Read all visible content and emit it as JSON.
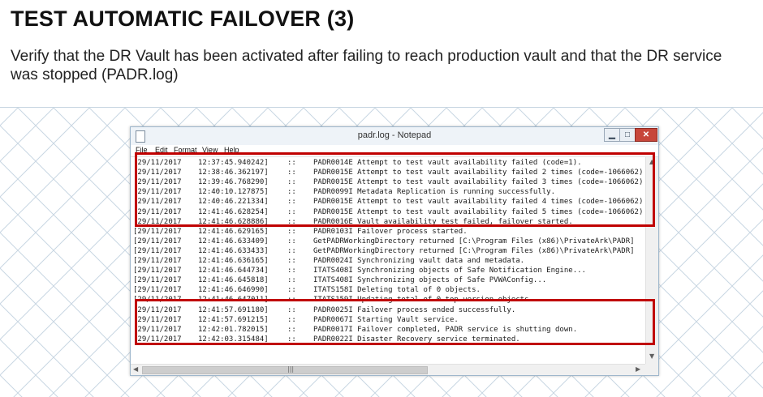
{
  "slide": {
    "title": "TEST AUTOMATIC FAILOVER (3)",
    "description": "Verify that the DR Vault has been activated after failing to reach production vault and that the DR service was stopped (PADR.log)"
  },
  "window": {
    "title": "padr.log - Notepad",
    "min_label": "▁",
    "max_label": "□",
    "close_label": "✕"
  },
  "menu": [
    "File",
    "Edit",
    "Format",
    "View",
    "Help"
  ],
  "log_lines": [
    {
      "date": "[29/11/2017",
      "time": "12:37:45.940242]",
      "sep": "::",
      "msg": "PADR0014E Attempt to test vault availability failed (code=1)."
    },
    {
      "date": "[29/11/2017",
      "time": "12:38:46.362197]",
      "sep": "::",
      "msg": "PADR0015E Attempt to test vault availability failed 2 times (code=-1066062)"
    },
    {
      "date": "[29/11/2017",
      "time": "12:39:46.768290]",
      "sep": "::",
      "msg": "PADR0015E Attempt to test vault availability failed 3 times (code=-1066062)"
    },
    {
      "date": "[29/11/2017",
      "time": "12:40:10.127875]",
      "sep": "::",
      "msg": "PADR0099I Metadata Replication is running successfully."
    },
    {
      "date": "[29/11/2017",
      "time": "12:40:46.221334]",
      "sep": "::",
      "msg": "PADR0015E Attempt to test vault availability failed 4 times (code=-1066062)"
    },
    {
      "date": "[29/11/2017",
      "time": "12:41:46.628254]",
      "sep": "::",
      "msg": "PADR0015E Attempt to test vault availability failed 5 times (code=-1066062)"
    },
    {
      "date": "[29/11/2017",
      "time": "12:41:46.628886]",
      "sep": "::",
      "msg": "PADR0016E Vault availability test failed, failover started."
    },
    {
      "date": "[29/11/2017",
      "time": "12:41:46.629165]",
      "sep": "::",
      "msg": "PADR0103I Failover process started."
    },
    {
      "date": "[29/11/2017",
      "time": "12:41:46.633409]",
      "sep": "::",
      "msg": "GetPADRWorkingDirectory returned [C:\\Program Files (x86)\\PrivateArk\\PADR]"
    },
    {
      "date": "[29/11/2017",
      "time": "12:41:46.633433]",
      "sep": "::",
      "msg": "GetPADRWorkingDirectory returned [C:\\Program Files (x86)\\PrivateArk\\PADR]"
    },
    {
      "date": "[29/11/2017",
      "time": "12:41:46.636165]",
      "sep": "::",
      "msg": "PADR0024I Synchronizing vault data and metadata."
    },
    {
      "date": "[29/11/2017",
      "time": "12:41:46.644734]",
      "sep": "::",
      "msg": "ITATS408I Synchronizing objects of Safe Notification Engine..."
    },
    {
      "date": "[29/11/2017",
      "time": "12:41:46.645818]",
      "sep": "::",
      "msg": "ITATS408I Synchronizing objects of Safe PVWAConfig..."
    },
    {
      "date": "[29/11/2017",
      "time": "12:41:46.646990]",
      "sep": "::",
      "msg": "ITATS158I Deleting total of 0 objects."
    },
    {
      "date": "[29/11/2017",
      "time": "12:41:46.647011]",
      "sep": "::",
      "msg": "ITATS159I Updating total of 0 top version objects"
    },
    {
      "date": "[29/11/2017",
      "time": "12:41:57.691180]",
      "sep": "::",
      "msg": "PADR0025I Failover process ended successfully."
    },
    {
      "date": "[29/11/2017",
      "time": "12:41:57.691215]",
      "sep": "::",
      "msg": "PADR0067I Starting Vault service."
    },
    {
      "date": "[29/11/2017",
      "time": "12:42:01.782015]",
      "sep": "::",
      "msg": "PADR0017I Failover completed, PADR service is shutting down."
    },
    {
      "date": "[29/11/2017",
      "time": "12:42:03.315484]",
      "sep": "::",
      "msg": "PADR0022I Disaster Recovery service terminated."
    }
  ],
  "colors": {
    "highlight": "#c00000",
    "pattern": "#c8d6e2"
  },
  "icons": {
    "app": "notepad-icon",
    "scroll_up": "arrow-up-icon",
    "scroll_down": "arrow-down-icon",
    "scroll_left": "arrow-left-icon",
    "scroll_right": "arrow-right-icon"
  },
  "scrollbar": {
    "grip": "|||"
  }
}
